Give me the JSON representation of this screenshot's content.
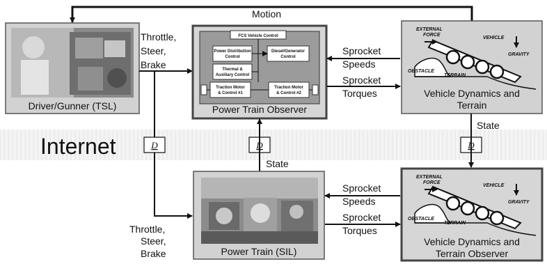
{
  "band": {
    "label": "Internet"
  },
  "feedback": {
    "label": "Motion"
  },
  "driver": {
    "title": "Driver/Gunner (TSL)",
    "output": [
      "Throttle,",
      "Steer,",
      "Brake"
    ]
  },
  "observer": {
    "title": "Power Train Observer",
    "header": "FCS Vehicle Control",
    "blocks": {
      "power_distribution": [
        "Power Distribution",
        "Control"
      ],
      "diesel_generator": [
        "Diesel/Generator",
        "Control"
      ],
      "thermal": [
        "Thermal &",
        "Auxiliary Control"
      ],
      "traction1": [
        "Traction Motor",
        "& Control #1"
      ],
      "traction2": [
        "Traction Motor",
        "& Control #2"
      ]
    }
  },
  "vehicle_top": {
    "title": [
      "Vehicle Dynamics and",
      "Terrain"
    ]
  },
  "vehicle_bottom": {
    "title": [
      "Vehicle Dynamics and",
      "Terrain Observer"
    ]
  },
  "vehicle_labels": {
    "external_force": [
      "EXTERNAL",
      "FORCE"
    ],
    "vehicle": "VEHICLE",
    "gravity": "GRAVITY",
    "obstacle": "OBSTACLE",
    "terrain": "TERRAIN"
  },
  "powertrain": {
    "title": "Power Train (SIL)"
  },
  "signals": {
    "sprocket_speeds": [
      "Sprocket",
      "Speeds"
    ],
    "sprocket_torques": [
      "Sprocket",
      "Torques"
    ],
    "state": "State",
    "delay": "D",
    "bottom_input": [
      "Throttle,",
      "Steer,",
      "Brake"
    ]
  }
}
